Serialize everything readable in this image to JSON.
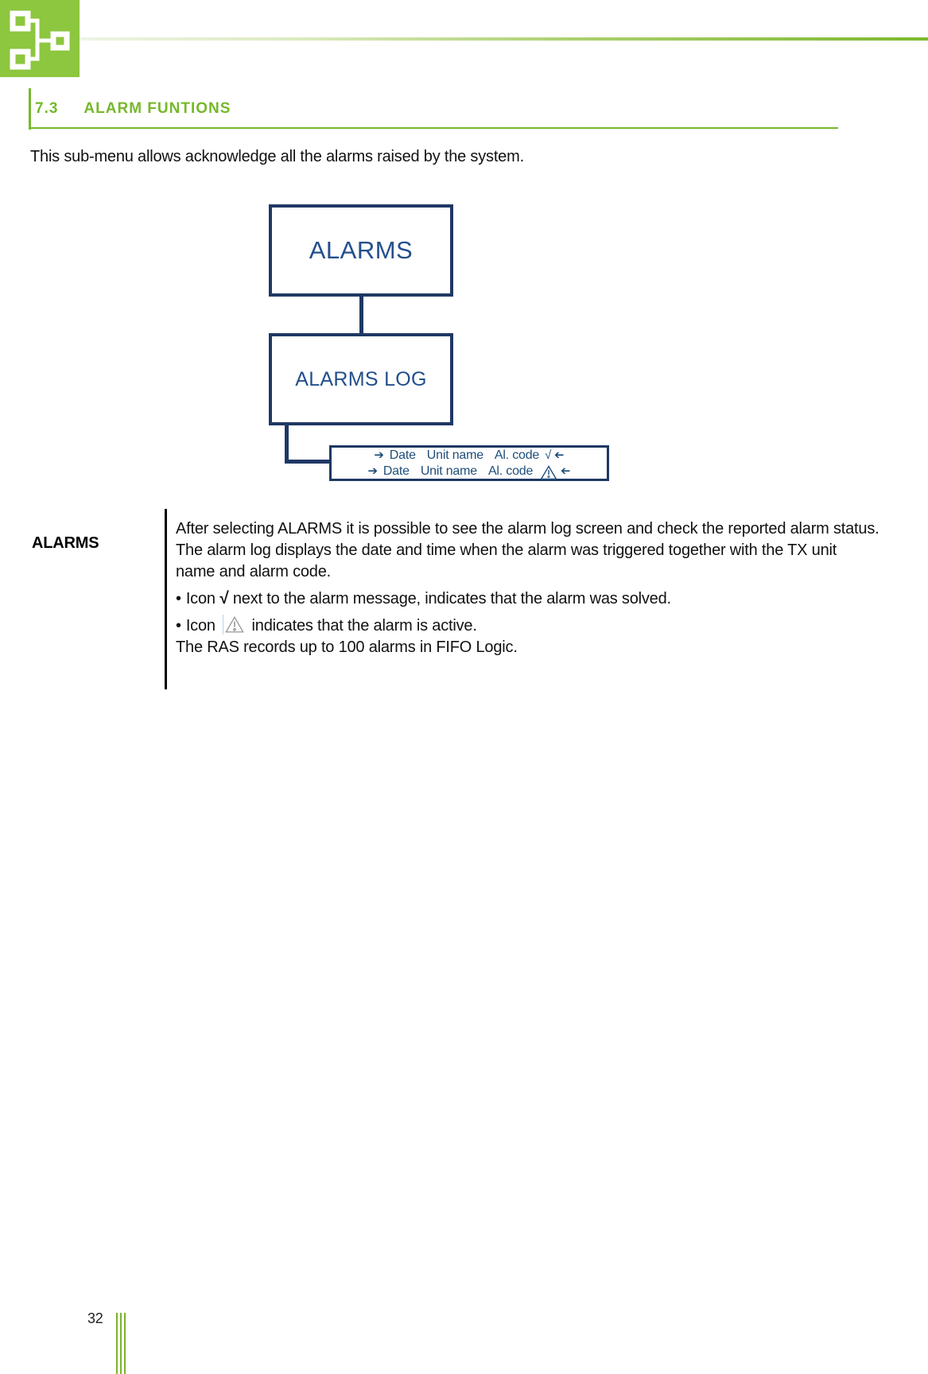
{
  "header": {
    "section_number": "7.3",
    "section_title": "ALARM FUNTIONS"
  },
  "intro_text": "This sub-menu allows acknowledge all the alarms raised by the system.",
  "diagram": {
    "box1_label": "ALARMS",
    "box2_label": "ALARMS LOG",
    "arrow_right_glyph": "➔",
    "log_rows": [
      {
        "date": "Date",
        "unit": "Unit name",
        "code": "Al. code",
        "status": "√"
      },
      {
        "date": "Date",
        "unit": "Unit name",
        "code": "Al. code",
        "status": "warning"
      }
    ]
  },
  "alarms_section": {
    "label": "ALARMS",
    "p1": "After selecting ALARMS it is possible to see the alarm log screen and check the reported alarm status.",
    "p2": "The alarm log displays the date and time when the alarm was triggered together with the TX unit name and alarm code.",
    "bullet_char": "•",
    "bullet1": {
      "lead": "Icon",
      "icon_glyph": "√",
      "rest": "next to the alarm message, indicates that the alarm was solved."
    },
    "bullet2": {
      "lead": "Icon",
      "rest": "indicates that the alarm is active."
    },
    "p3": "The RAS records up to 100 alarms in FIFO Logic."
  },
  "footer": {
    "page_number": "32"
  },
  "colors": {
    "brand_green": "#8dc63f",
    "heading_green": "#76b82a",
    "diagram_navy": "#1f3864",
    "diagram_text_navy": "#1f4e79"
  }
}
